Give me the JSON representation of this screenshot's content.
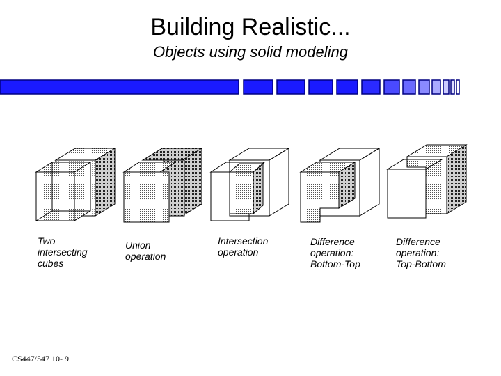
{
  "slide": {
    "title": "Building Realistic...",
    "subtitle": "Objects using solid modeling",
    "footer": "CS447/547 10- 9"
  },
  "captions": [
    {
      "id": "two-cubes",
      "lines": [
        "Two",
        "intersecting",
        "cubes"
      ]
    },
    {
      "id": "union",
      "lines": [
        "Union",
        "operation"
      ]
    },
    {
      "id": "intersection",
      "lines": [
        "Intersection",
        "operation"
      ]
    },
    {
      "id": "difference-bottom-top",
      "lines": [
        "Difference",
        "operation:",
        "Bottom-Top"
      ]
    },
    {
      "id": "difference-top-bottom",
      "lines": [
        "Difference",
        "operation:",
        "Top-Bottom"
      ]
    }
  ],
  "colors": {
    "banner_blue": "#1a1aff",
    "banner_edge": "#000080",
    "cube_fill_light": "#e6e6e6",
    "cube_fill_dark": "#9a9a9a"
  }
}
